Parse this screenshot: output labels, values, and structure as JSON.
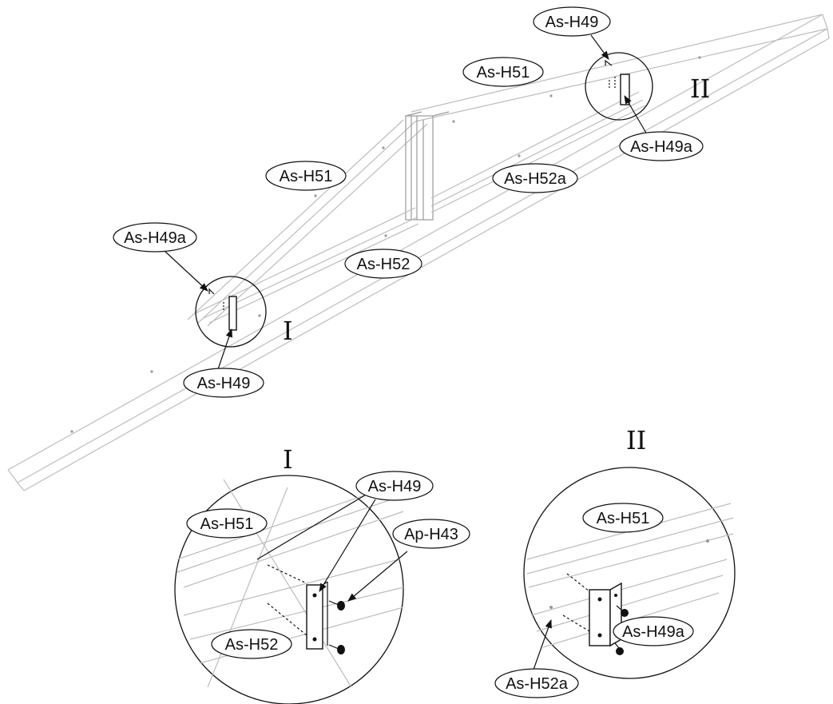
{
  "overview": {
    "detail_marks": {
      "detail_1": "I",
      "detail_2": "II"
    },
    "labels": {
      "bracket_top": "As-H49",
      "rafter_top": "As-H51",
      "bracket_top_a": "As-H49a",
      "rafter_left": "As-H51",
      "brace_right": "As-H52a",
      "bracket_left_a": "As-H49a",
      "brace_left": "As-H52",
      "bracket_left": "As-H49"
    }
  },
  "detail_1": {
    "title": "I",
    "labels": {
      "rafter": "As-H51",
      "bracket": "As-H49",
      "screw": "Ap-H43",
      "brace": "As-H52"
    }
  },
  "detail_2": {
    "title": "II",
    "labels": {
      "rafter": "As-H51",
      "bracket": "As-H49a",
      "brace": "As-H52a"
    }
  },
  "colors": {
    "linework": "#111111",
    "frame": "#bdbdbd",
    "background": "#ffffff"
  }
}
